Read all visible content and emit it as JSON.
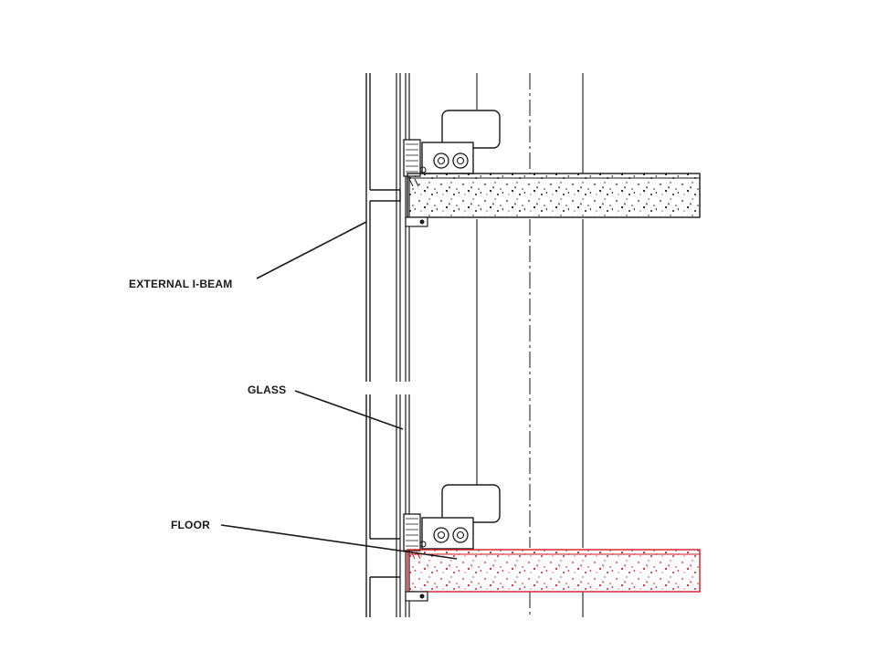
{
  "labels": {
    "external_ibeam": "EXTERNAL I-BEAM",
    "glass": "GLASS",
    "floor": "FLOOR"
  },
  "colors": {
    "line": "#1a1a1a",
    "highlight": "#d11a2a",
    "background": "#ffffff"
  }
}
